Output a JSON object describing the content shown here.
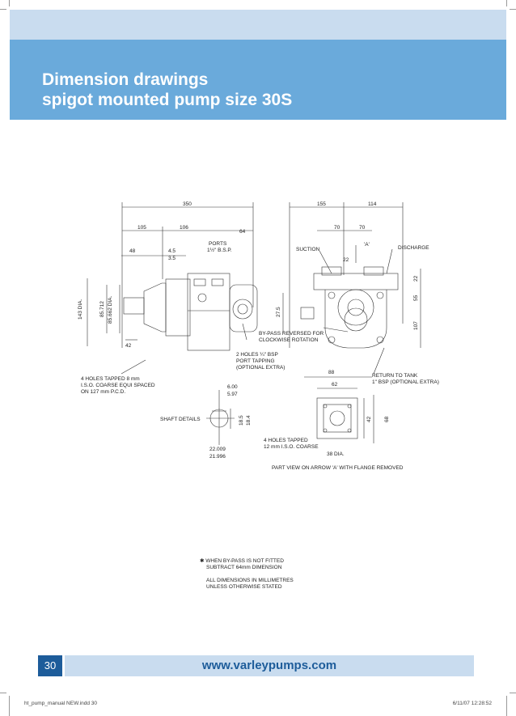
{
  "title": {
    "line1": "Dimension drawings",
    "line2": "spigot mounted pump size 30S"
  },
  "dims": {
    "d350": "350",
    "d155": "155",
    "d114": "114",
    "d105": "105",
    "d106": "106",
    "d64": "64",
    "d70a": "70",
    "d70b": "70",
    "d48": "48",
    "d45": "4.5",
    "d35": "3.5",
    "d22": "22",
    "d22b": "22",
    "d143": "143 DIA.",
    "d85712": "85.712",
    "d85662": "85.662 DIA.",
    "d275": "27.5",
    "d42": "42",
    "d55": "55",
    "d107": "107",
    "d88": "88",
    "d62": "62",
    "d600": "6.00",
    "d597": "5.97",
    "d185": "18.5",
    "d184": "18.4",
    "d22009": "22.009",
    "d21996": "21.996",
    "d42b": "42",
    "d68": "68",
    "d38": "38 DIA.",
    "arrowA": "'A'"
  },
  "labels": {
    "ports1": "PORTS",
    "ports2": "1½\" B.S.P.",
    "suction": "SUCTION",
    "discharge": "DISCHARGE",
    "bypass1": "BY-PASS REVERSED FOR",
    "bypass2": "CLOCKWISE ROTATION",
    "holes1": "2 HOLES ¼\" BSP",
    "holes2": "PORT TAPPING",
    "holes3": "(OPTIONAL EXTRA)",
    "tapped1": "4 HOLES TAPPED 8 mm",
    "tapped2": "I.S.O. COARSE EQUI SPACED",
    "tapped3": "ON 127 mm P.C.D.",
    "return1": "RETURN TO TANK",
    "return2": "1\" BSP (OPTIONAL EXTRA)",
    "shaft": "SHAFT DETAILS",
    "flange1": "4 HOLES TAPPED",
    "flange2": "12 mm I.S.O. COARSE",
    "partview": "PART VIEW ON ARROW 'A' WITH FLANGE REMOVED"
  },
  "notes": {
    "n1": "✱ WHEN BY-PASS IS NOT FITTED",
    "n2": "SUBTRACT 64mm DIMENSION",
    "n3": "ALL DIMENSIONS IN MILLIMETRES",
    "n4": "UNLESS OTHERWISE STATED"
  },
  "footer": {
    "page_number": "30",
    "url": "www.varleypumps.com"
  },
  "slug": {
    "left": "ht_pump_manual NEW.indd   30",
    "right": "6/11/07   12:28:52"
  }
}
